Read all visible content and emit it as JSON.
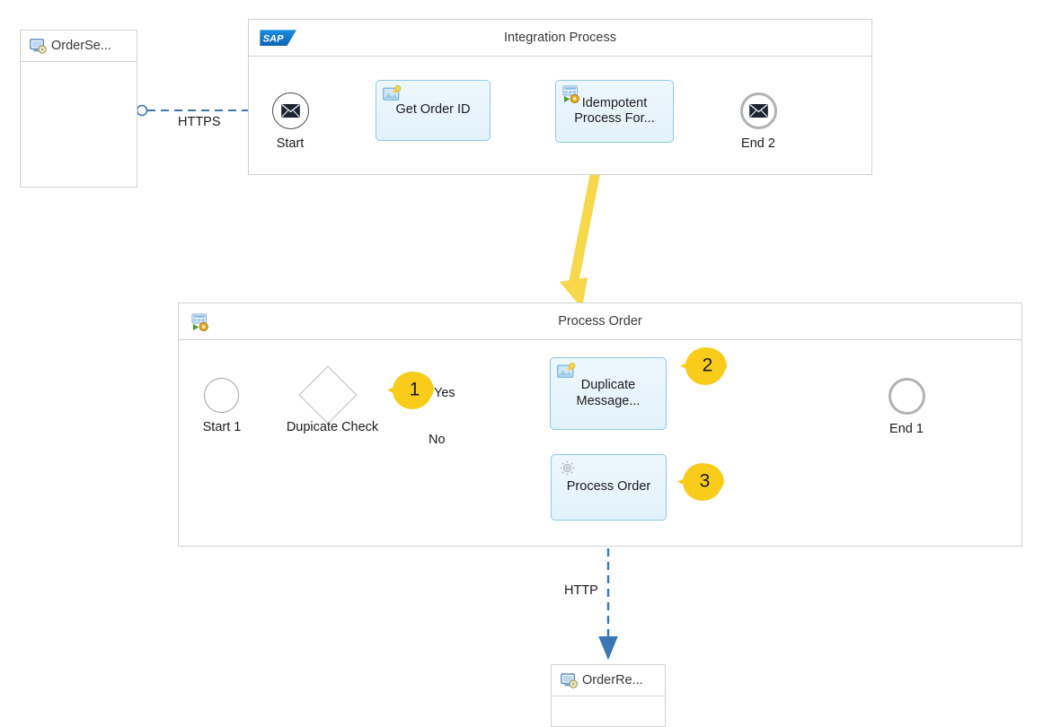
{
  "colors": {
    "accent_flow": "#4a7ebb",
    "task_fill": "#e8f4fc",
    "task_border": "#8ec9e8",
    "pool_border": "#cfd3d6",
    "badge_yellow": "#fcd116",
    "highlight_arrow": "#f6d33c",
    "sap_blue": "#1a7fd4"
  },
  "sender": {
    "name": "participant-sender",
    "title": "OrderSe...",
    "icon": "system-participant-icon"
  },
  "receiver": {
    "name": "participant-receiver",
    "title": "OrderRe...",
    "icon": "system-participant-icon"
  },
  "integration_process": {
    "title": "Integration Process",
    "logo": "sap-logo",
    "nodes": [
      {
        "id": "start",
        "type": "message-start-event",
        "label": "Start"
      },
      {
        "id": "getOrderId",
        "type": "content-modifier-task",
        "label": "Get Order ID",
        "icon": "content-modifier-icon"
      },
      {
        "id": "idempotent",
        "type": "process-call-task",
        "label": "Idempotent\nProcess For...",
        "icon": "local-process-icon"
      },
      {
        "id": "end2",
        "type": "message-end-event",
        "label": "End 2"
      }
    ]
  },
  "process_order_pool": {
    "title": "Process Order",
    "icon": "local-process-icon",
    "nodes": [
      {
        "id": "start1",
        "type": "start-event",
        "label": "Start 1"
      },
      {
        "id": "gateway",
        "type": "exclusive-gateway",
        "label": "Dupicate Check"
      },
      {
        "id": "duplicate",
        "type": "content-modifier-task",
        "label": "Duplicate\nMessage...",
        "icon": "content-modifier-icon"
      },
      {
        "id": "process",
        "type": "process-call-task",
        "label": "Process Order",
        "icon": "gear-icon"
      },
      {
        "id": "end1",
        "type": "end-event",
        "label": "End 1"
      }
    ],
    "flow_labels": {
      "yes": "Yes",
      "no": "No"
    }
  },
  "connections": {
    "https_label": "HTTPS",
    "http_label": "HTTP"
  },
  "badges": [
    {
      "id": "badge-1",
      "number": "1"
    },
    {
      "id": "badge-2",
      "number": "2"
    },
    {
      "id": "badge-3",
      "number": "3"
    }
  ]
}
